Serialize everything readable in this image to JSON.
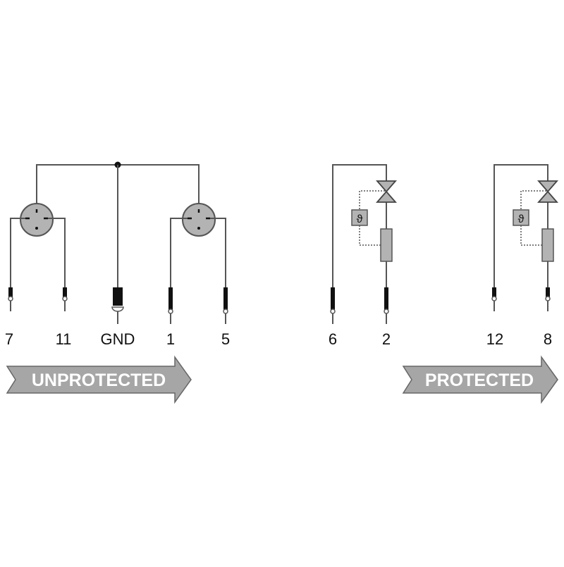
{
  "pin_labels": {
    "unprotected": [
      "7",
      "11",
      "GND",
      "1",
      "5"
    ],
    "protected": [
      "6",
      "2",
      "12",
      "8"
    ]
  },
  "arrows": {
    "unprotected": "UNPROTECTED",
    "protected": "PROTECTED"
  },
  "sensor_symbol": "ϑ",
  "colors": {
    "wire": "#555555",
    "fill": "#b3b3b3",
    "arrow": "#a6a6a6",
    "arrow_outline": "#666666"
  }
}
